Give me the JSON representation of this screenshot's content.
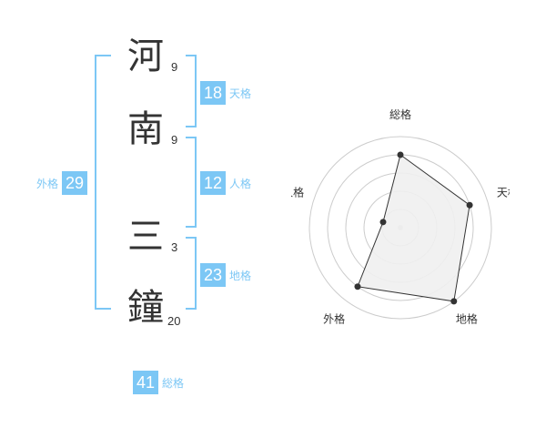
{
  "name": {
    "chars": [
      {
        "char": "河",
        "strokes": "9"
      },
      {
        "char": "南",
        "strokes": "9"
      },
      {
        "char": "三",
        "strokes": "3"
      },
      {
        "char": "鐘",
        "strokes": "20"
      }
    ]
  },
  "kaku": {
    "tenkaku": {
      "value": "18",
      "label": "天格"
    },
    "jinkaku": {
      "value": "12",
      "label": "人格"
    },
    "chikaku": {
      "value": "23",
      "label": "地格"
    },
    "gaikaku": {
      "value": "29",
      "label": "外格"
    },
    "soukaku": {
      "value": "41",
      "label": "総格"
    }
  },
  "colors": {
    "accent": "#7cc7f5",
    "text": "#333333",
    "radar_fill": "#f0f0f0",
    "ring": "#cccccc"
  },
  "chart_data": {
    "type": "radar",
    "axes": [
      "総格",
      "天格",
      "地格",
      "外格",
      "人格"
    ],
    "values": [
      4,
      4,
      5,
      4,
      1
    ],
    "max": 5
  }
}
